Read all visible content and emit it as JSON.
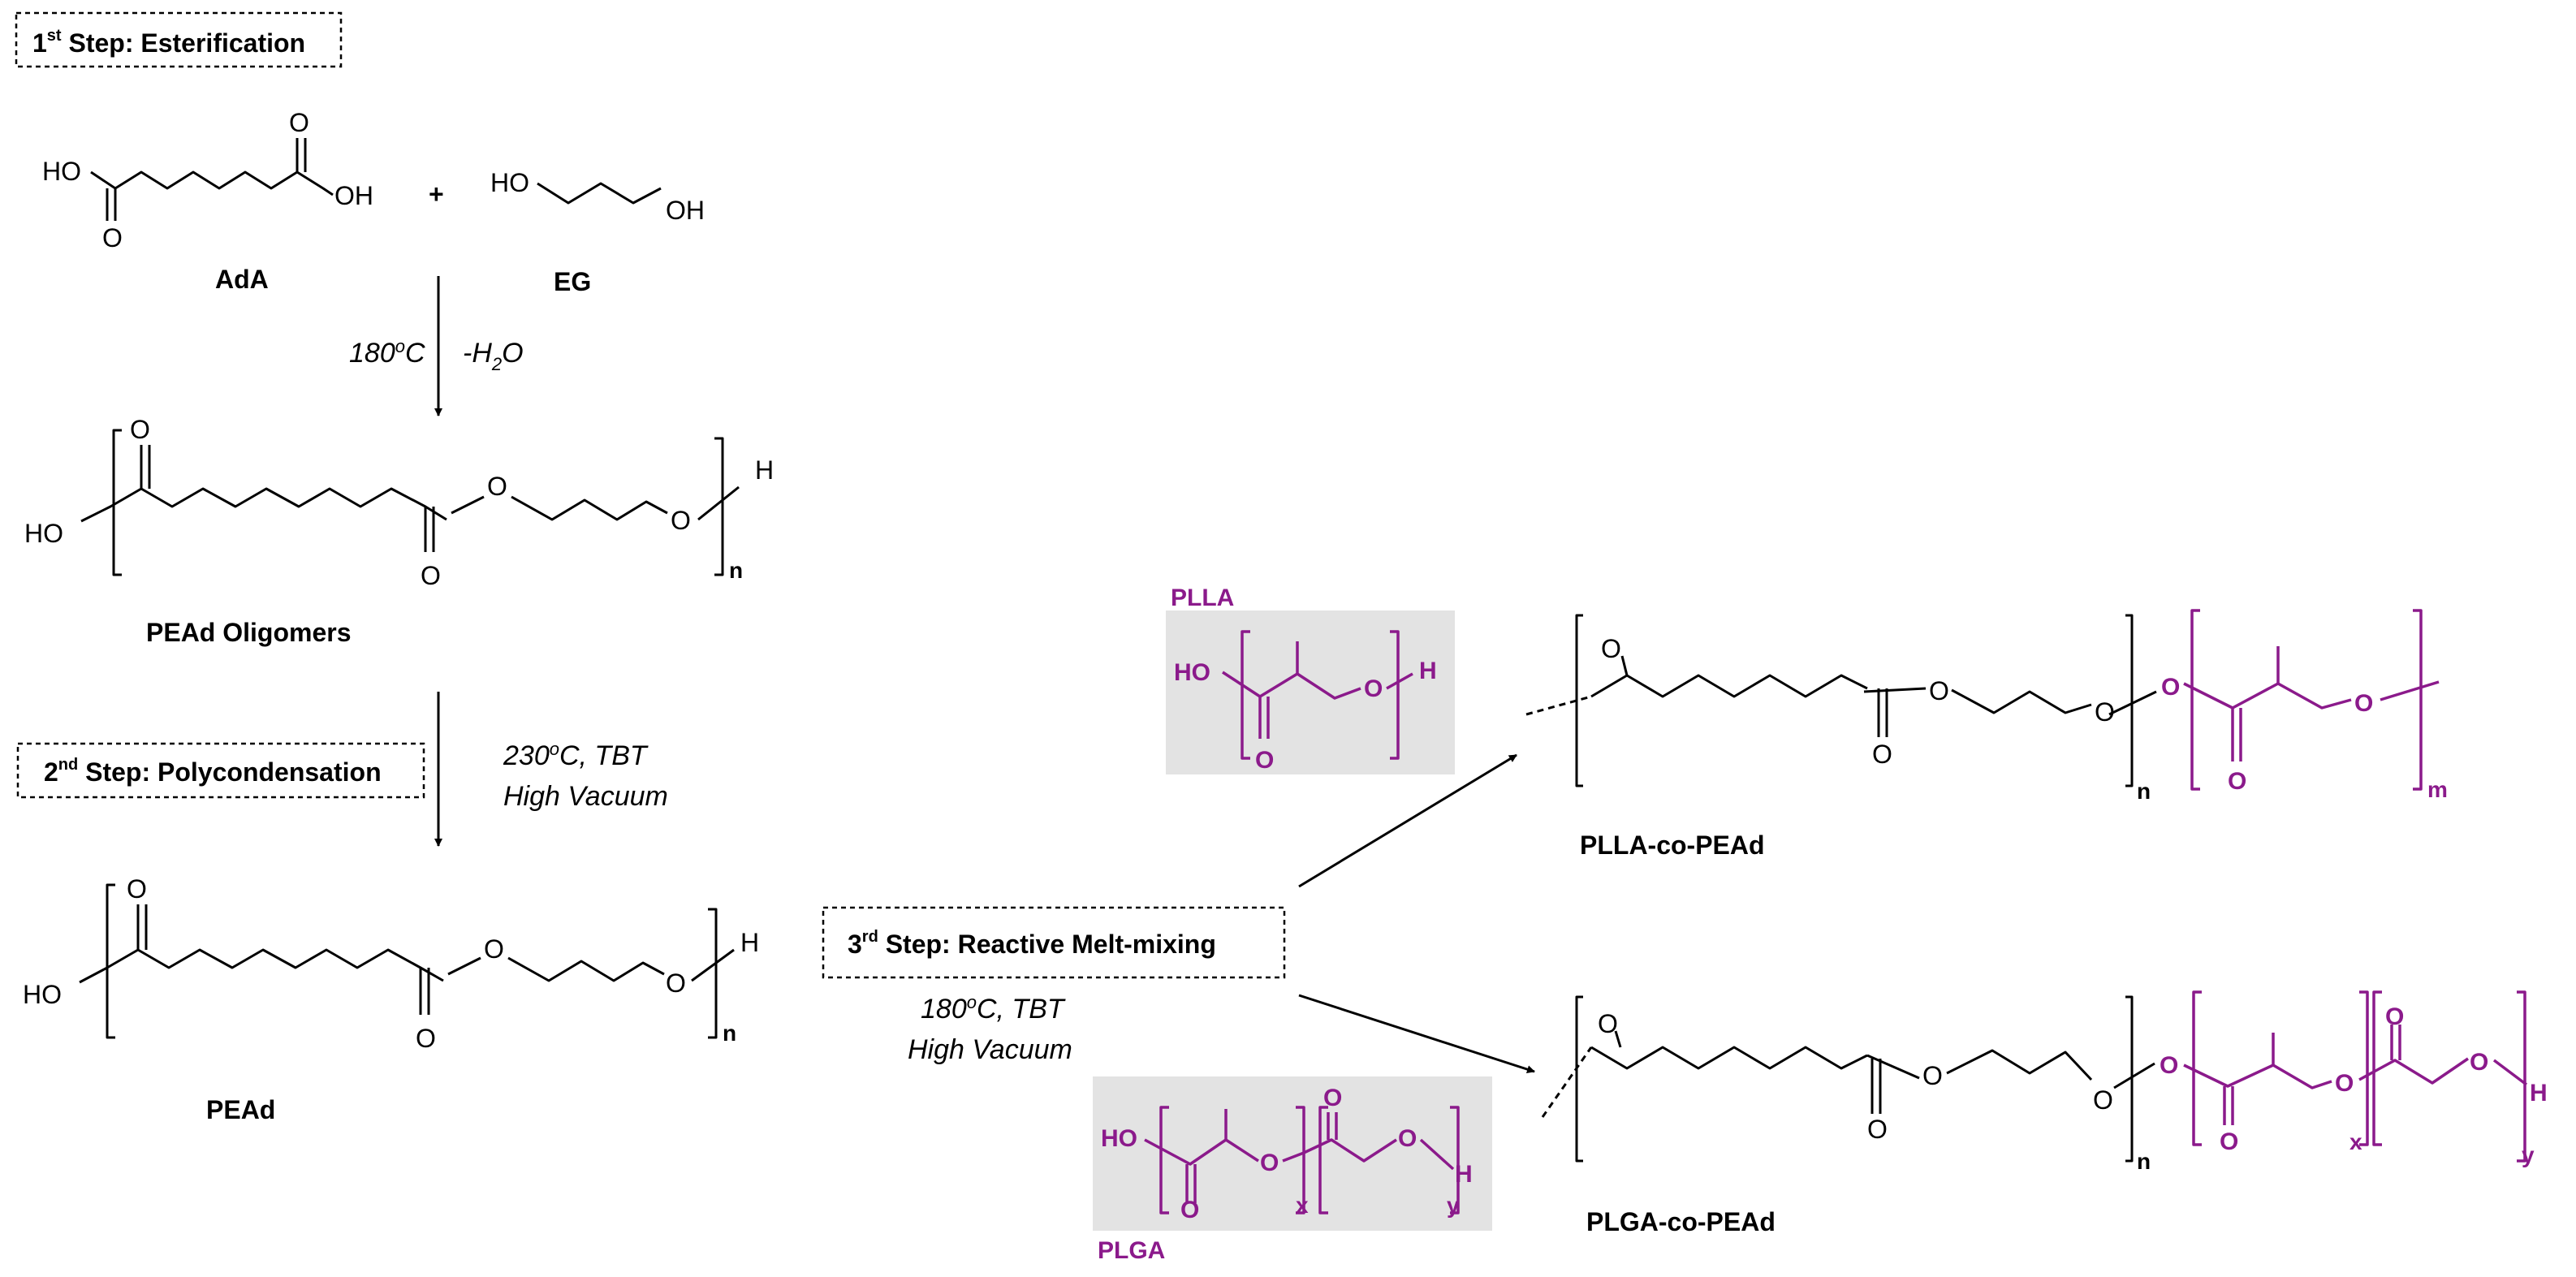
{
  "step1": {
    "prefix": "1",
    "sup": "st",
    "rest": " Step: Esterification"
  },
  "step2": {
    "prefix": "2",
    "sup": "nd",
    "rest": " Step: Polycondensation"
  },
  "step3": {
    "prefix": "3",
    "sup": "rd",
    "rest": " Step: Reactive Melt-mixing"
  },
  "reactants": {
    "ada_label": "AdA",
    "eg_label": "EG",
    "plus": "+"
  },
  "conditions": {
    "c1_temp": "180",
    "c1_sup": "o",
    "c1_unit": "C",
    "c1_water_prefix": "-H",
    "c1_water_sub": "2",
    "c1_water_suffix": "O",
    "c2_line1_temp": "230",
    "c2_line1_sup": "o",
    "c2_line1_rest": "C, TBT",
    "c2_line2": "High Vacuum",
    "c3_line1_temp": "180",
    "c3_line1_sup": "o",
    "c3_line1_rest": "C, TBT",
    "c3_line2": "High Vacuum"
  },
  "products": {
    "oligomers": "PEAd Oligomers",
    "pead": "PEAd",
    "plla_co": "PLLA-co-PEAd",
    "plga_co": "PLGA-co-PEAd"
  },
  "reagents": {
    "plla": "PLLA",
    "plga": "PLGA"
  },
  "atoms": {
    "ho": "HO",
    "oh": "OH",
    "o": "O",
    "h": "H"
  },
  "subscripts": {
    "n": "n",
    "m": "m",
    "x": "x",
    "y": "y"
  },
  "colors": {
    "polymer_purple": "#8b1a8b",
    "reagent_box_gray": "#e3e3e3",
    "ink": "#000000"
  }
}
